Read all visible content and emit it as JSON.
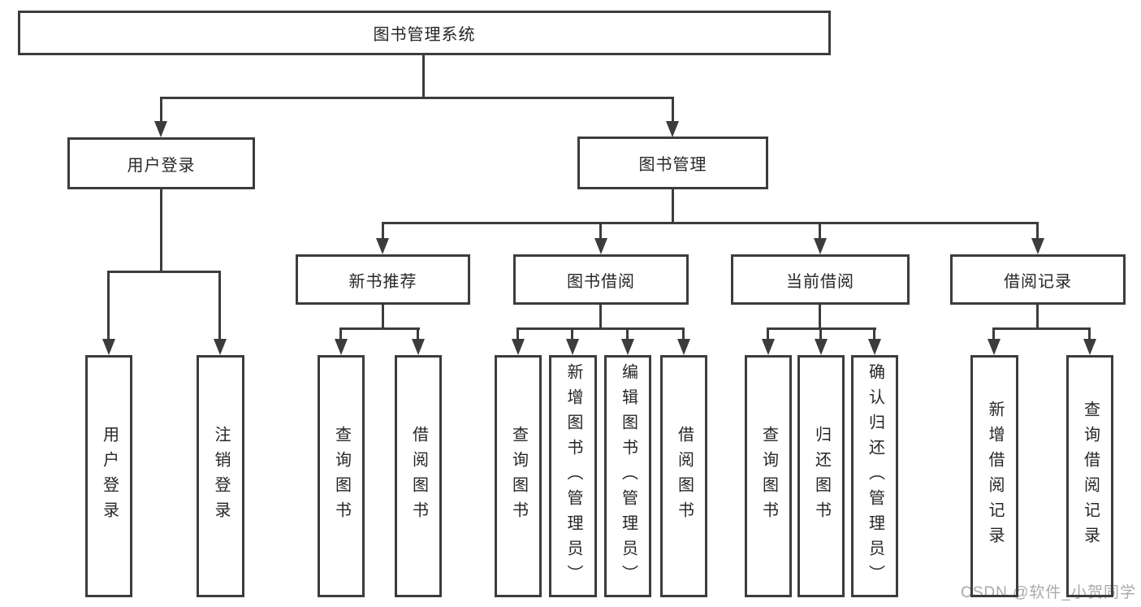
{
  "root": {
    "label": "图书管理系统"
  },
  "level2": [
    {
      "label": "用户登录"
    },
    {
      "label": "图书管理"
    }
  ],
  "level3": [
    {
      "label": "新书推荐"
    },
    {
      "label": "图书借阅"
    },
    {
      "label": "当前借阅"
    },
    {
      "label": "借阅记录"
    }
  ],
  "leaves": {
    "user_login": [
      "用户登录",
      "注销登录"
    ],
    "new_book_recommend": [
      "查询图书",
      "借阅图书"
    ],
    "book_borrowing": [
      "查询图书",
      "新增图书（管理员）",
      "编辑图书（管理员）",
      "借阅图书"
    ],
    "current_borrowing": [
      "查询图书",
      "归还图书",
      "确认归还（管理员）"
    ],
    "borrowing_records": [
      "新增借阅记录",
      "查询借阅记录"
    ]
  },
  "watermark": "CSDN @软件_小贺同学",
  "colors": {
    "line": "#3c3c3c",
    "text": "#262626",
    "watermark": "#a9a9a9",
    "background": "#ffffff"
  }
}
